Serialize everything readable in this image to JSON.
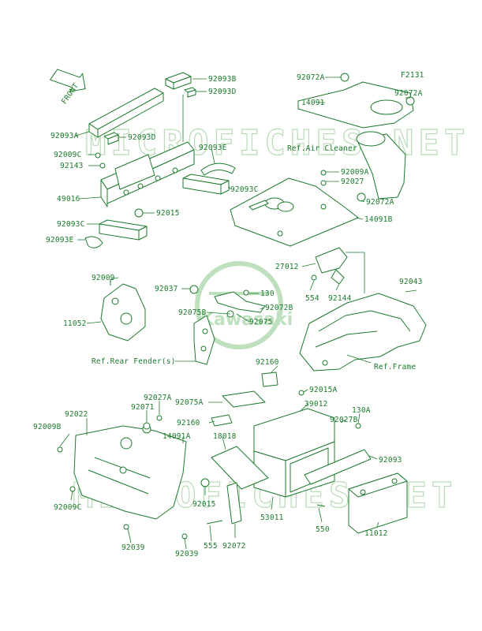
{
  "figure_code": "F2131",
  "front_arrow_label": "FRONT",
  "watermark_text": "MICROFICHES.NET",
  "watermark_logo_text": "Kawasaki",
  "colors": {
    "ink": "#1c7a2c",
    "watermark": "#b9dbb8",
    "background": "#ffffff"
  },
  "labels": {
    "l92093B": "92093B",
    "l92093D_top": "92093D",
    "l92093A": "92093A",
    "l92093D_mid": "92093D",
    "l92009C_top": "92009C",
    "l92143": "92143",
    "l92093E_mid": "92093E",
    "l49016": "49016",
    "l92015_top": "92015",
    "l92093C_right": "92093C",
    "l92093C_left": "92093C",
    "l92093E_left": "92093E",
    "l92072A_top": "92072A",
    "l92072A_right": "92072A",
    "l14091": "14091",
    "ref_air_cleaner": "Ref.Air Cleaner",
    "l92009A": "92009A",
    "l92027": "92027",
    "l92072A_low": "92072A",
    "l14091B": "14091B",
    "l27012": "27012",
    "l554": "554",
    "l92144": "92144",
    "l92043": "92043",
    "l92009_mid": "92009",
    "l92037": "92037",
    "l130": "130",
    "l92072B": "92072B",
    "l92075B": "92075B",
    "l92075": "92075",
    "l11052": "11052",
    "ref_rear_fender": "Ref.Rear Fender(s)",
    "ref_frame": "Ref.Frame",
    "l92160_top": "92160",
    "l92015A": "92015A",
    "l92027A": "92027A",
    "l92075A": "92075A",
    "l39012": "39012",
    "l130A": "130A",
    "l92022": "92022",
    "l92071": "92071",
    "l92027B": "92027B",
    "l92009B": "92009B",
    "l92160_mid": "92160",
    "l18018": "18018",
    "l14091A": "14091A",
    "l92093": "92093",
    "l92009C_low": "92009C",
    "l92015_low": "92015",
    "l53011": "53011",
    "l550": "550",
    "l11012": "11012",
    "l92039_a": "92039",
    "l555": "555",
    "l92072": "92072",
    "l92039_b": "92039"
  }
}
